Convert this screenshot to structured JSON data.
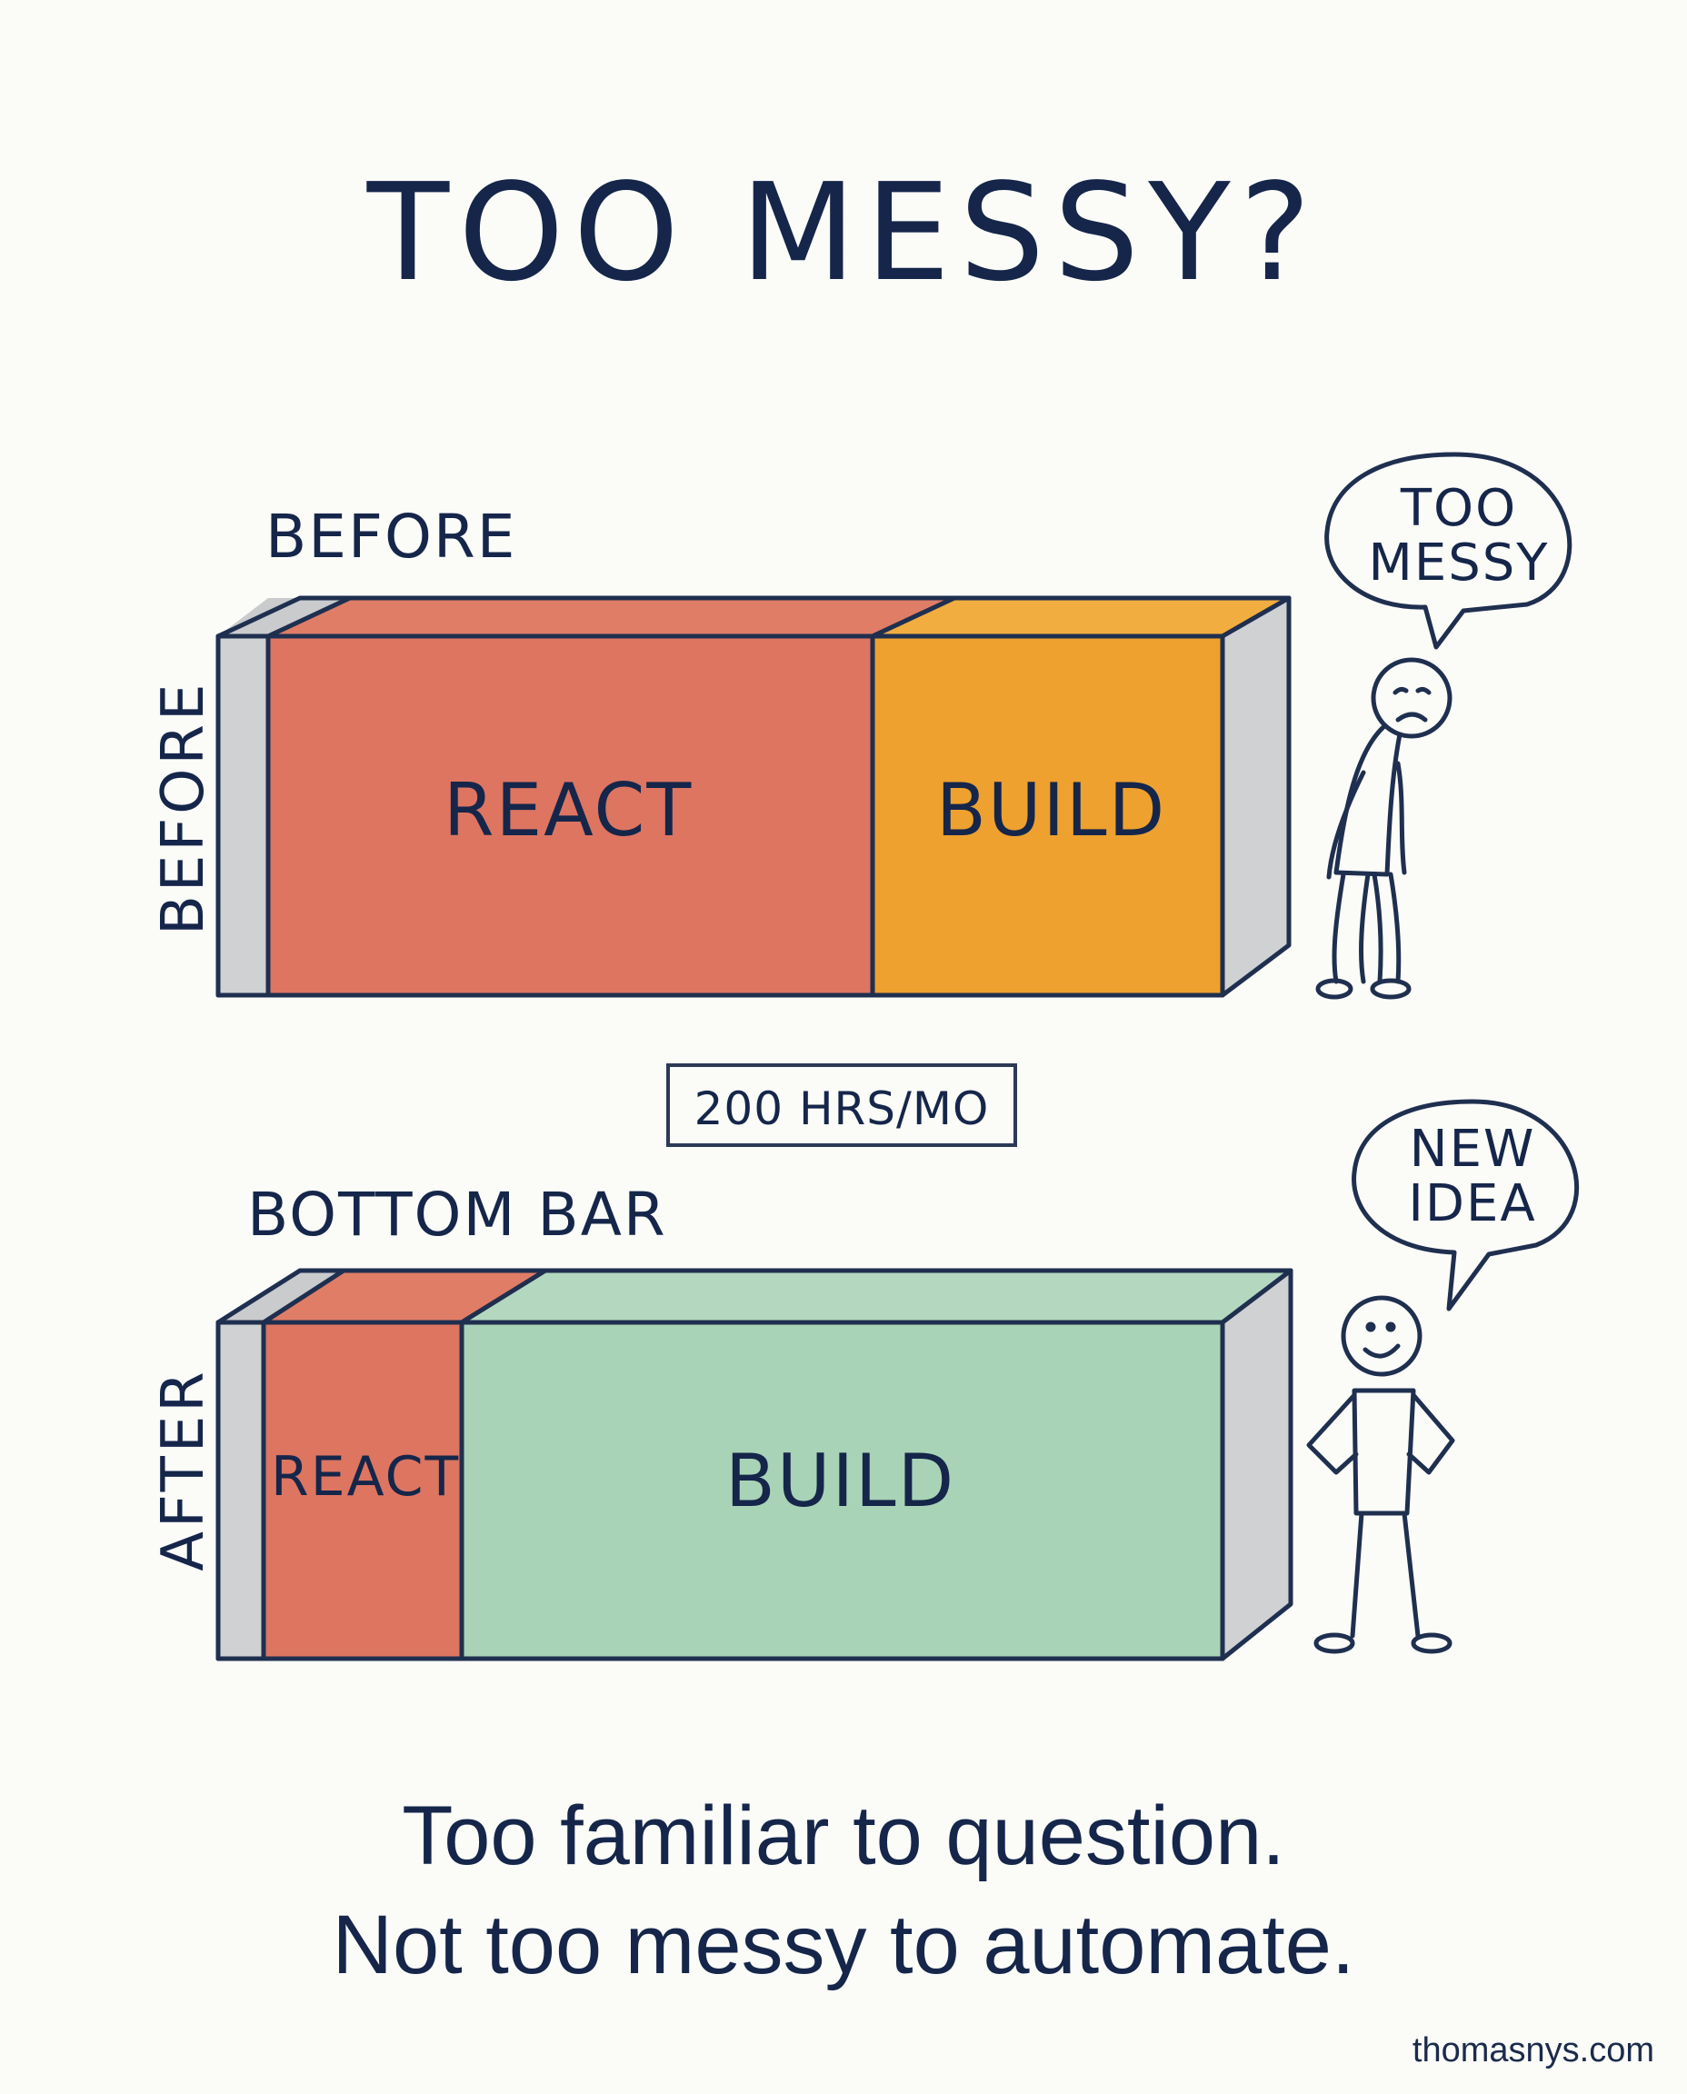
{
  "title": "TOO MESSY?",
  "before": {
    "top_label": "BEFORE",
    "side_label": "BEFORE",
    "segments": [
      {
        "label": "REACT",
        "color": "#dd7561"
      },
      {
        "label": "BUILD",
        "color": "#eea12f"
      }
    ],
    "speech": [
      "TOO",
      "MESSY"
    ]
  },
  "badge": "200 HRS/MO",
  "after": {
    "top_label": "BOTTOM BAR",
    "side_label": "AFTER",
    "segments": [
      {
        "label": "REACT",
        "color": "#dd7561"
      },
      {
        "label": "BUILD",
        "color": "#a9d3b6"
      }
    ],
    "speech": [
      "NEW",
      "IDEA"
    ]
  },
  "caption": {
    "line1": "Too familiar to question.",
    "line2": "Not too messy to automate."
  },
  "credit": "thomasnys.com",
  "colors": {
    "ink": "#15264a",
    "end_cap": "#cfd1d3",
    "react": "#dd7561",
    "build_before": "#eea12f",
    "build_after": "#a9d3b6"
  }
}
